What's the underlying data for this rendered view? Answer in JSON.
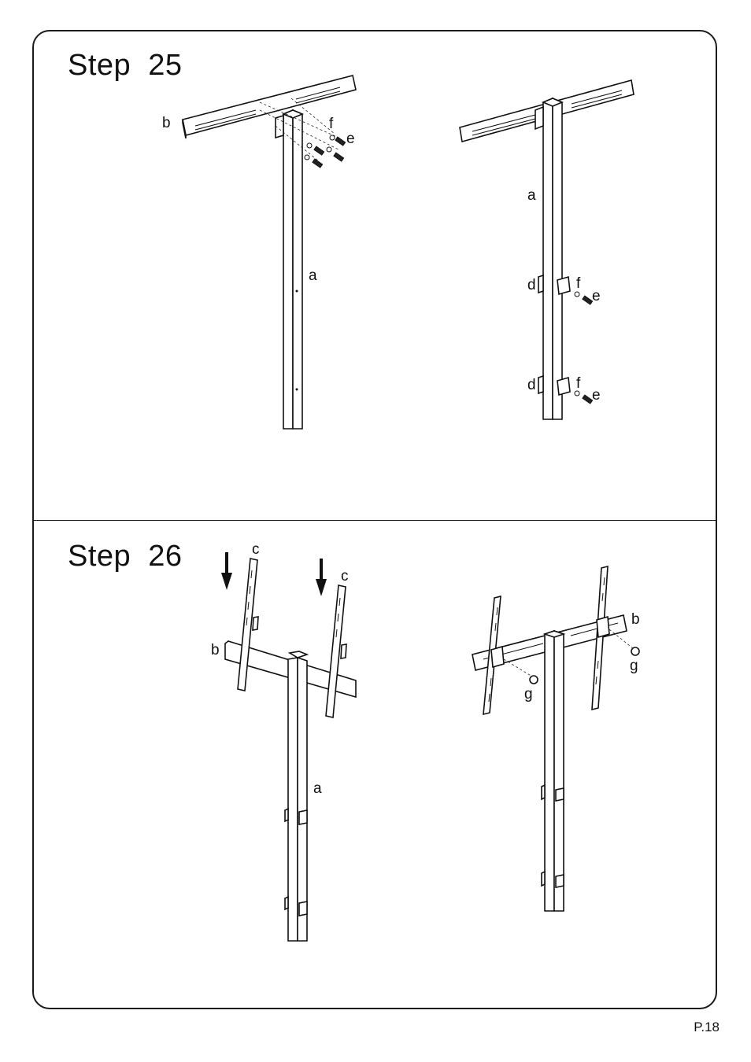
{
  "page": {
    "number": "P.18"
  },
  "steps": [
    {
      "title": "Step  25",
      "left_view": {
        "b": "b",
        "f": "f",
        "e": "e",
        "a": "a"
      },
      "right_view": {
        "a": "a",
        "d1": "d",
        "f1": "f",
        "e1": "e",
        "d2": "d",
        "f2": "f",
        "e2": "e"
      }
    },
    {
      "title": "Step  26",
      "left_view": {
        "c1": "c",
        "c2": "c",
        "b": "b",
        "a": "a"
      },
      "right_view": {
        "b": "b",
        "g1": "g",
        "g2": "g"
      }
    }
  ]
}
